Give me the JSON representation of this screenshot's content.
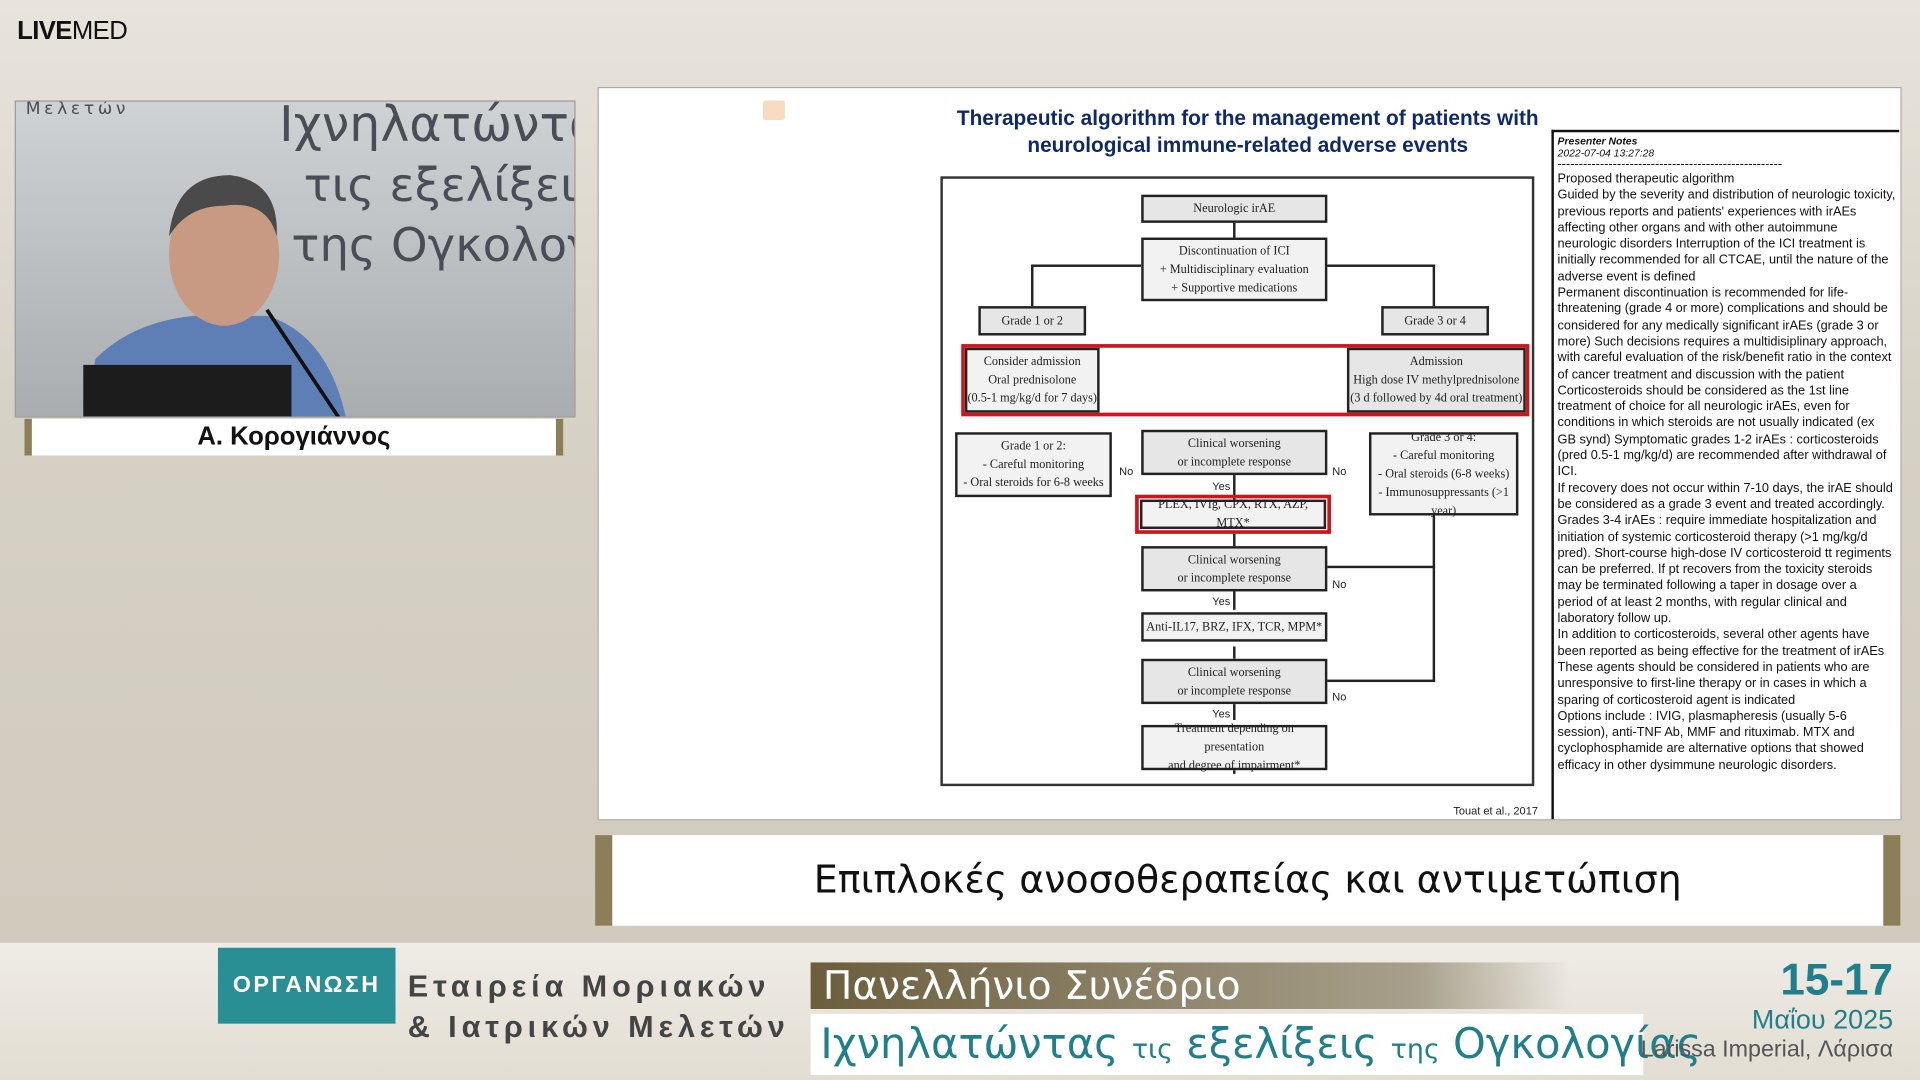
{
  "brand": {
    "live": "LIVE",
    "med": "MED"
  },
  "camera": {
    "bg_line0": "Μελετών",
    "bg_line1": "Ιχνηλατώντας",
    "bg_line2": "τις εξελίξεις",
    "bg_line3": "της Ογκολογίας"
  },
  "speaker": {
    "name": "Α. Κορογιάννος"
  },
  "slide": {
    "title": "Therapeutic algorithm for the management of patients with neurological immune-related adverse events",
    "citation": "Touat et al., 2017",
    "flow": {
      "start": "Neurologic irAE",
      "discontinue": [
        "Discontinuation of ICI",
        "+ Multidisciplinary evaluation",
        "+ Supportive medications"
      ],
      "grade12": "Grade 1 or 2",
      "grade34": "Grade 3 or 4",
      "consider": [
        "Consider admission",
        "Oral prednisolone",
        "(0.5-1 mg/kg/d for 7 days)"
      ],
      "admission": [
        "Admission",
        "High dose IV methylprednisolone",
        "(3 d followed by 4d oral treatment)"
      ],
      "g12_mgmt": [
        "Grade 1 or 2:",
        "- Careful monitoring",
        "- Oral steroids for 6-8 weeks"
      ],
      "g34_mgmt": [
        "Grade 3 or 4:",
        "- Careful monitoring",
        "- Oral steroids (6-8 weeks)",
        "- Immunosuppressants (>1 year)"
      ],
      "worsening": [
        "Clinical worsening",
        "or incomplete response"
      ],
      "second_line": "PLEX, IVIg, CPX, RTX, AZP, MTX*",
      "third_line": "Anti-IL17, BRZ, IFX, TCR, MPM*",
      "final": [
        "Treatment depending on presentation",
        "and degree of impairment*"
      ],
      "yes": "Yes",
      "no": "No"
    },
    "notes": {
      "header": "Presenter Notes",
      "timestamp": "2022-07-04 13:27:28",
      "separator": "-----------------------------------------------------",
      "body": "Proposed therapeutic algorithm\nGuided by the severity and distribution of neurologic toxicity, previous reports and patients' experiences with irAEs affecting other organs and with other autoimmune neurologic disorders Interruption of the ICI treatment is initially recommended for all CTCAE, until the nature of the adverse event is defined\nPermanent discontinuation is recommended for life-threatening (grade 4 or more) complications and should be considered for any medically significant irAEs (grade 3 or more) Such decisions requires a multidisiplinary approach, with careful evaluation of the risk/benefit ratio in the context of cancer treatment and discussion with the patient\nCorticosteroids should be considered as the 1st line treatment of choice for all neurologic irAEs, even for conditions in which steroids are not usually indicated (ex GB synd) Symptomatic grades 1-2 irAEs : corticosteroids (pred 0.5-1 mg/kg/d) are recommended after withdrawal of ICI.\nIf recovery does not occur within 7-10 days, the irAE should be considered as a grade 3 event and treated accordingly.\nGrades 3-4 irAEs : require immediate hospitalization and initiation of systemic corticosteroid therapy (>1  mg/kg/d pred). Short-course  high-dose IV corticosteroid tt regiments can be preferred. If pt recovers from the toxicity steroids may be terminated following a taper in dosage over   a period of at least 2 months,   with regular clinical and   laboratory follow up.\nIn addition to corticosteroids, several other agents have been reported as being effective for   the treatment of irAEs These agents should be considered in patients who are unresponsive to first-line therapy or in cases in which a sparing of corticosteroid agent is indicated\nOptions include : IVIG, plasmapheresis (usually 5-6 session), anti-TNF Ab, MMF and rituximab. MTX and cyclophosphamide are   alternative options that showed efficacy in other dysimmune neurologic disorders."
    }
  },
  "topic": "Επιπλοκές ανοσοθεραπείας και αντιμετώπιση",
  "footer": {
    "org_label": "ΟΡΓΑΝΩΣΗ",
    "society_line1": "Εταιρεία Μοριακών",
    "society_line2": "& Ιατρικών Μελετών",
    "conference": "Πανελλήνιο Συνέδριο",
    "tagline_a": "Ιχνηλατώντας",
    "tagline_b": "τις",
    "tagline_c": "εξελίξεις",
    "tagline_d": "της",
    "tagline_e": "Ογκολογίας",
    "dates": "15-17",
    "month": "Μαΐου 2025",
    "venue": "Larissa Imperial, Λάρισα"
  },
  "colors": {
    "accent": "#1f7f8a",
    "gold": "#8b7e58",
    "title": "#0f2a6b",
    "highlight": "#d0141b"
  }
}
